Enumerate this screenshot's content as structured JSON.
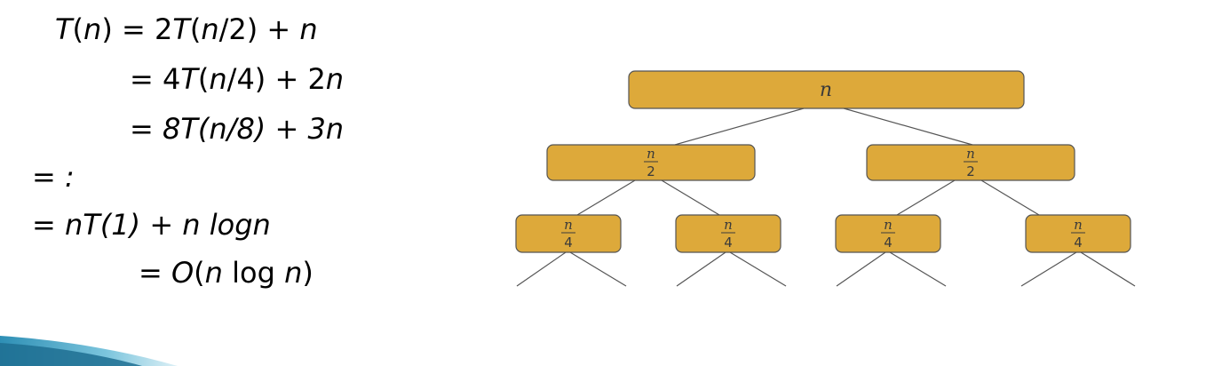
{
  "equations": [
    {
      "lead": "T",
      "rest1": "(",
      "n1": "n",
      "rest2": ") = 2",
      "lead2": "T",
      "rest3": "(",
      "n2": "n",
      "rest4": "/2) + ",
      "n3": "n"
    },
    {
      "text_a": "= 4",
      "T": "T",
      "text_b": "(",
      "n": "n",
      "text_c": "/4) + 2",
      "n2": "n"
    },
    {
      "text": "= 8T(n/8) + 3n"
    },
    {
      "text": "= :"
    },
    {
      "text": "= nT(1) + n logn"
    },
    {
      "text_a": "= ",
      "O": "O",
      "text_b": "(",
      "n": "n",
      "text_c": " log ",
      "n2": "n",
      "text_d": ")"
    }
  ],
  "tree": {
    "root": {
      "label": "n"
    },
    "level1": [
      {
        "num": "n",
        "den": "2"
      },
      {
        "num": "n",
        "den": "2"
      }
    ],
    "level2": [
      {
        "num": "n",
        "den": "4"
      },
      {
        "num": "n",
        "den": "4"
      },
      {
        "num": "n",
        "den": "4"
      },
      {
        "num": "n",
        "den": "4"
      }
    ]
  },
  "colors": {
    "node_fill": "#DDA93A",
    "node_stroke": "#555555",
    "edge": "#555555",
    "accent_bar": "#3FA9C9"
  }
}
